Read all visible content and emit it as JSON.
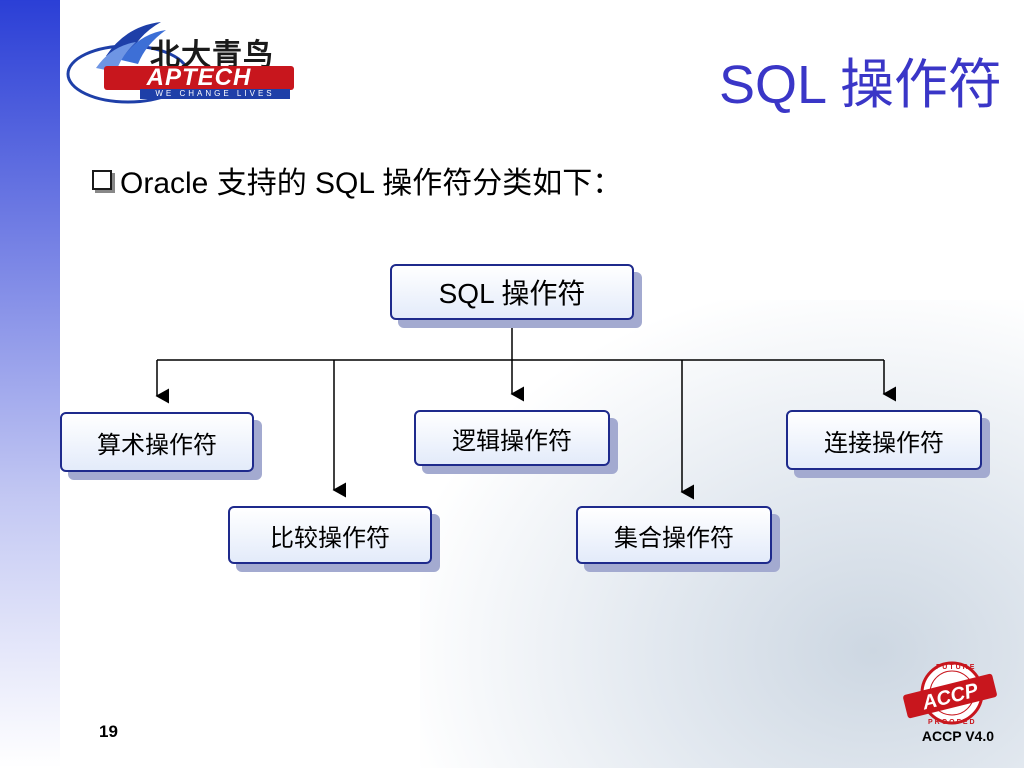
{
  "header": {
    "logo": {
      "chinese_name": "北大青鸟",
      "english_name": "APTECH",
      "tagline": "WE CHANGE LIVES"
    },
    "title": "SQL 操作符"
  },
  "content": {
    "bullet_text": "Oracle 支持的 SQL 操作符分类如下："
  },
  "diagram": {
    "root": {
      "label": "SQL 操作符"
    },
    "children": [
      {
        "key": "arithmetic",
        "label": "算术操作符"
      },
      {
        "key": "comparison",
        "label": "比较操作符"
      },
      {
        "key": "logical",
        "label": "逻辑操作符"
      },
      {
        "key": "set",
        "label": "集合操作符"
      },
      {
        "key": "concatenation",
        "label": "连接操作符"
      }
    ],
    "colors": {
      "node_border": "#1e2a8c",
      "node_shadow": "#a3aad0",
      "line": "#000000"
    }
  },
  "footer": {
    "page_number": "19",
    "badge_text": "ACCP",
    "badge_ring_top": "FUTURE",
    "badge_ring_bottom": "PROOFED",
    "version": "ACCP  V4.0"
  }
}
